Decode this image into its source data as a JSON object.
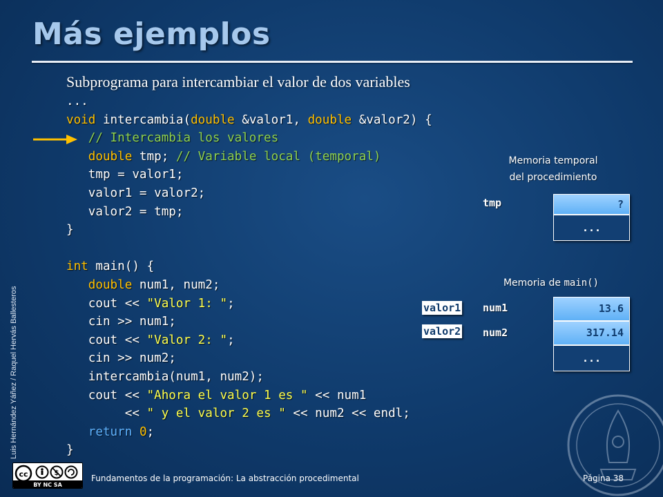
{
  "slide": {
    "title": "Más ejemplos",
    "side_credit": "Luis Hernández Yáñez / Raquel Hervás Ballesteros",
    "subtitle": "Subprograma para intercambiar el valor de dos variables"
  },
  "code": {
    "line01": "...",
    "line02_kw": "void",
    "line02_a": " intercambia(",
    "line02_kw2": "double",
    "line02_b": " &valor1, ",
    "line02_kw3": "double",
    "line02_c": " &valor2) {",
    "line03": "   // Intercambia los valores",
    "line04_indent": "   ",
    "line04_kw": "double",
    "line04_a": " tmp; ",
    "line04_cm": "// Variable local (temporal)",
    "line05": "   tmp = valor1;",
    "line06": "   valor1 = valor2;",
    "line07": "   valor2 = tmp;",
    "line08": "}",
    "line10_kw": "int",
    "line10_a": " main() {",
    "line11_indent": "   ",
    "line11_kw": "double",
    "line11_a": " num1, num2;",
    "line12_a": "   cout << ",
    "line12_str": "\"Valor 1: \"",
    "line12_b": ";",
    "line13": "   cin >> num1;",
    "line14_a": "   cout << ",
    "line14_str": "\"Valor 2: \"",
    "line14_b": ";",
    "line15": "   cin >> num2;",
    "line16": "   intercambia(num1, num2);",
    "line17_a": "   cout << ",
    "line17_str": "\"Ahora el valor 1 es \"",
    "line17_b": " << num1",
    "line18_a": "        << ",
    "line18_str": "\" y el valor 2 es \"",
    "line18_b": " << num2 << endl;",
    "line19_indent": "   ",
    "line19_kw": "return",
    "line19_sp": " ",
    "line19_num": "0",
    "line19_b": ";",
    "line20": "}"
  },
  "memory_temp": {
    "label_line1": "Memoria temporal",
    "label_line2": "del procedimiento",
    "var": "tmp",
    "value": "?",
    "dots": "..."
  },
  "memory_main": {
    "label_prefix": "Memoria de ",
    "label_code": "main()",
    "ref1": "valor1",
    "ref2": "valor2",
    "var1": "num1",
    "var2": "num2",
    "value1": "13.6",
    "value2": "317.14",
    "dots": "..."
  },
  "footer": {
    "course": "Fundamentos de la programación: La abstracción procedimental",
    "page": "Página 38",
    "license_text": "BY   NC   SA"
  },
  "colors": {
    "background": "#0f3a6b",
    "keyword": "#ffc000",
    "comment": "#8fd14f",
    "string": "#ffff4d",
    "return_keyword": "#5fb3ff",
    "memory_cell": "#7cc3ff"
  },
  "icons": [
    "arrow-right-icon",
    "creative-commons-icon",
    "university-seal-icon"
  ]
}
